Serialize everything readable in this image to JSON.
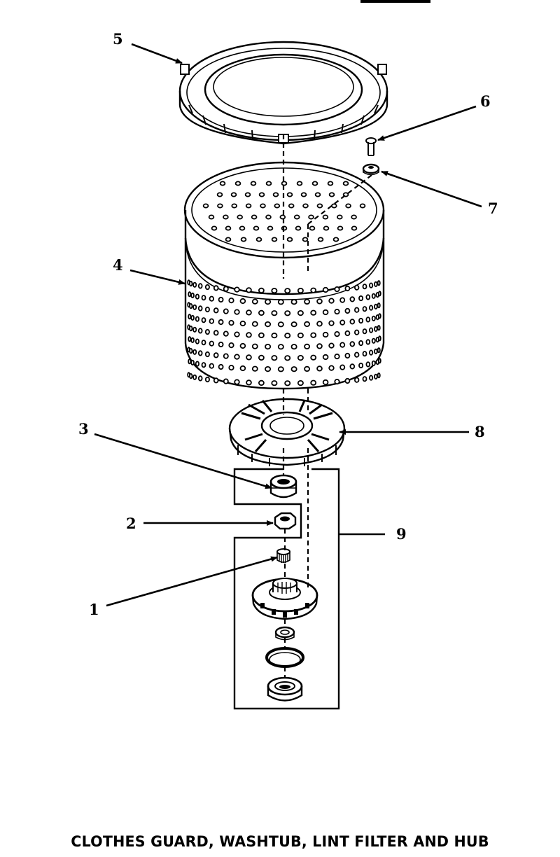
{
  "callouts": {
    "c1": "1",
    "c2": "2",
    "c3": "3",
    "c4": "4",
    "c5": "5",
    "c6": "6",
    "c7": "7",
    "c8": "8",
    "c9": "9"
  },
  "caption": "CLOTHES GUARD, WASHTUB, LINT FILTER AND HUB"
}
